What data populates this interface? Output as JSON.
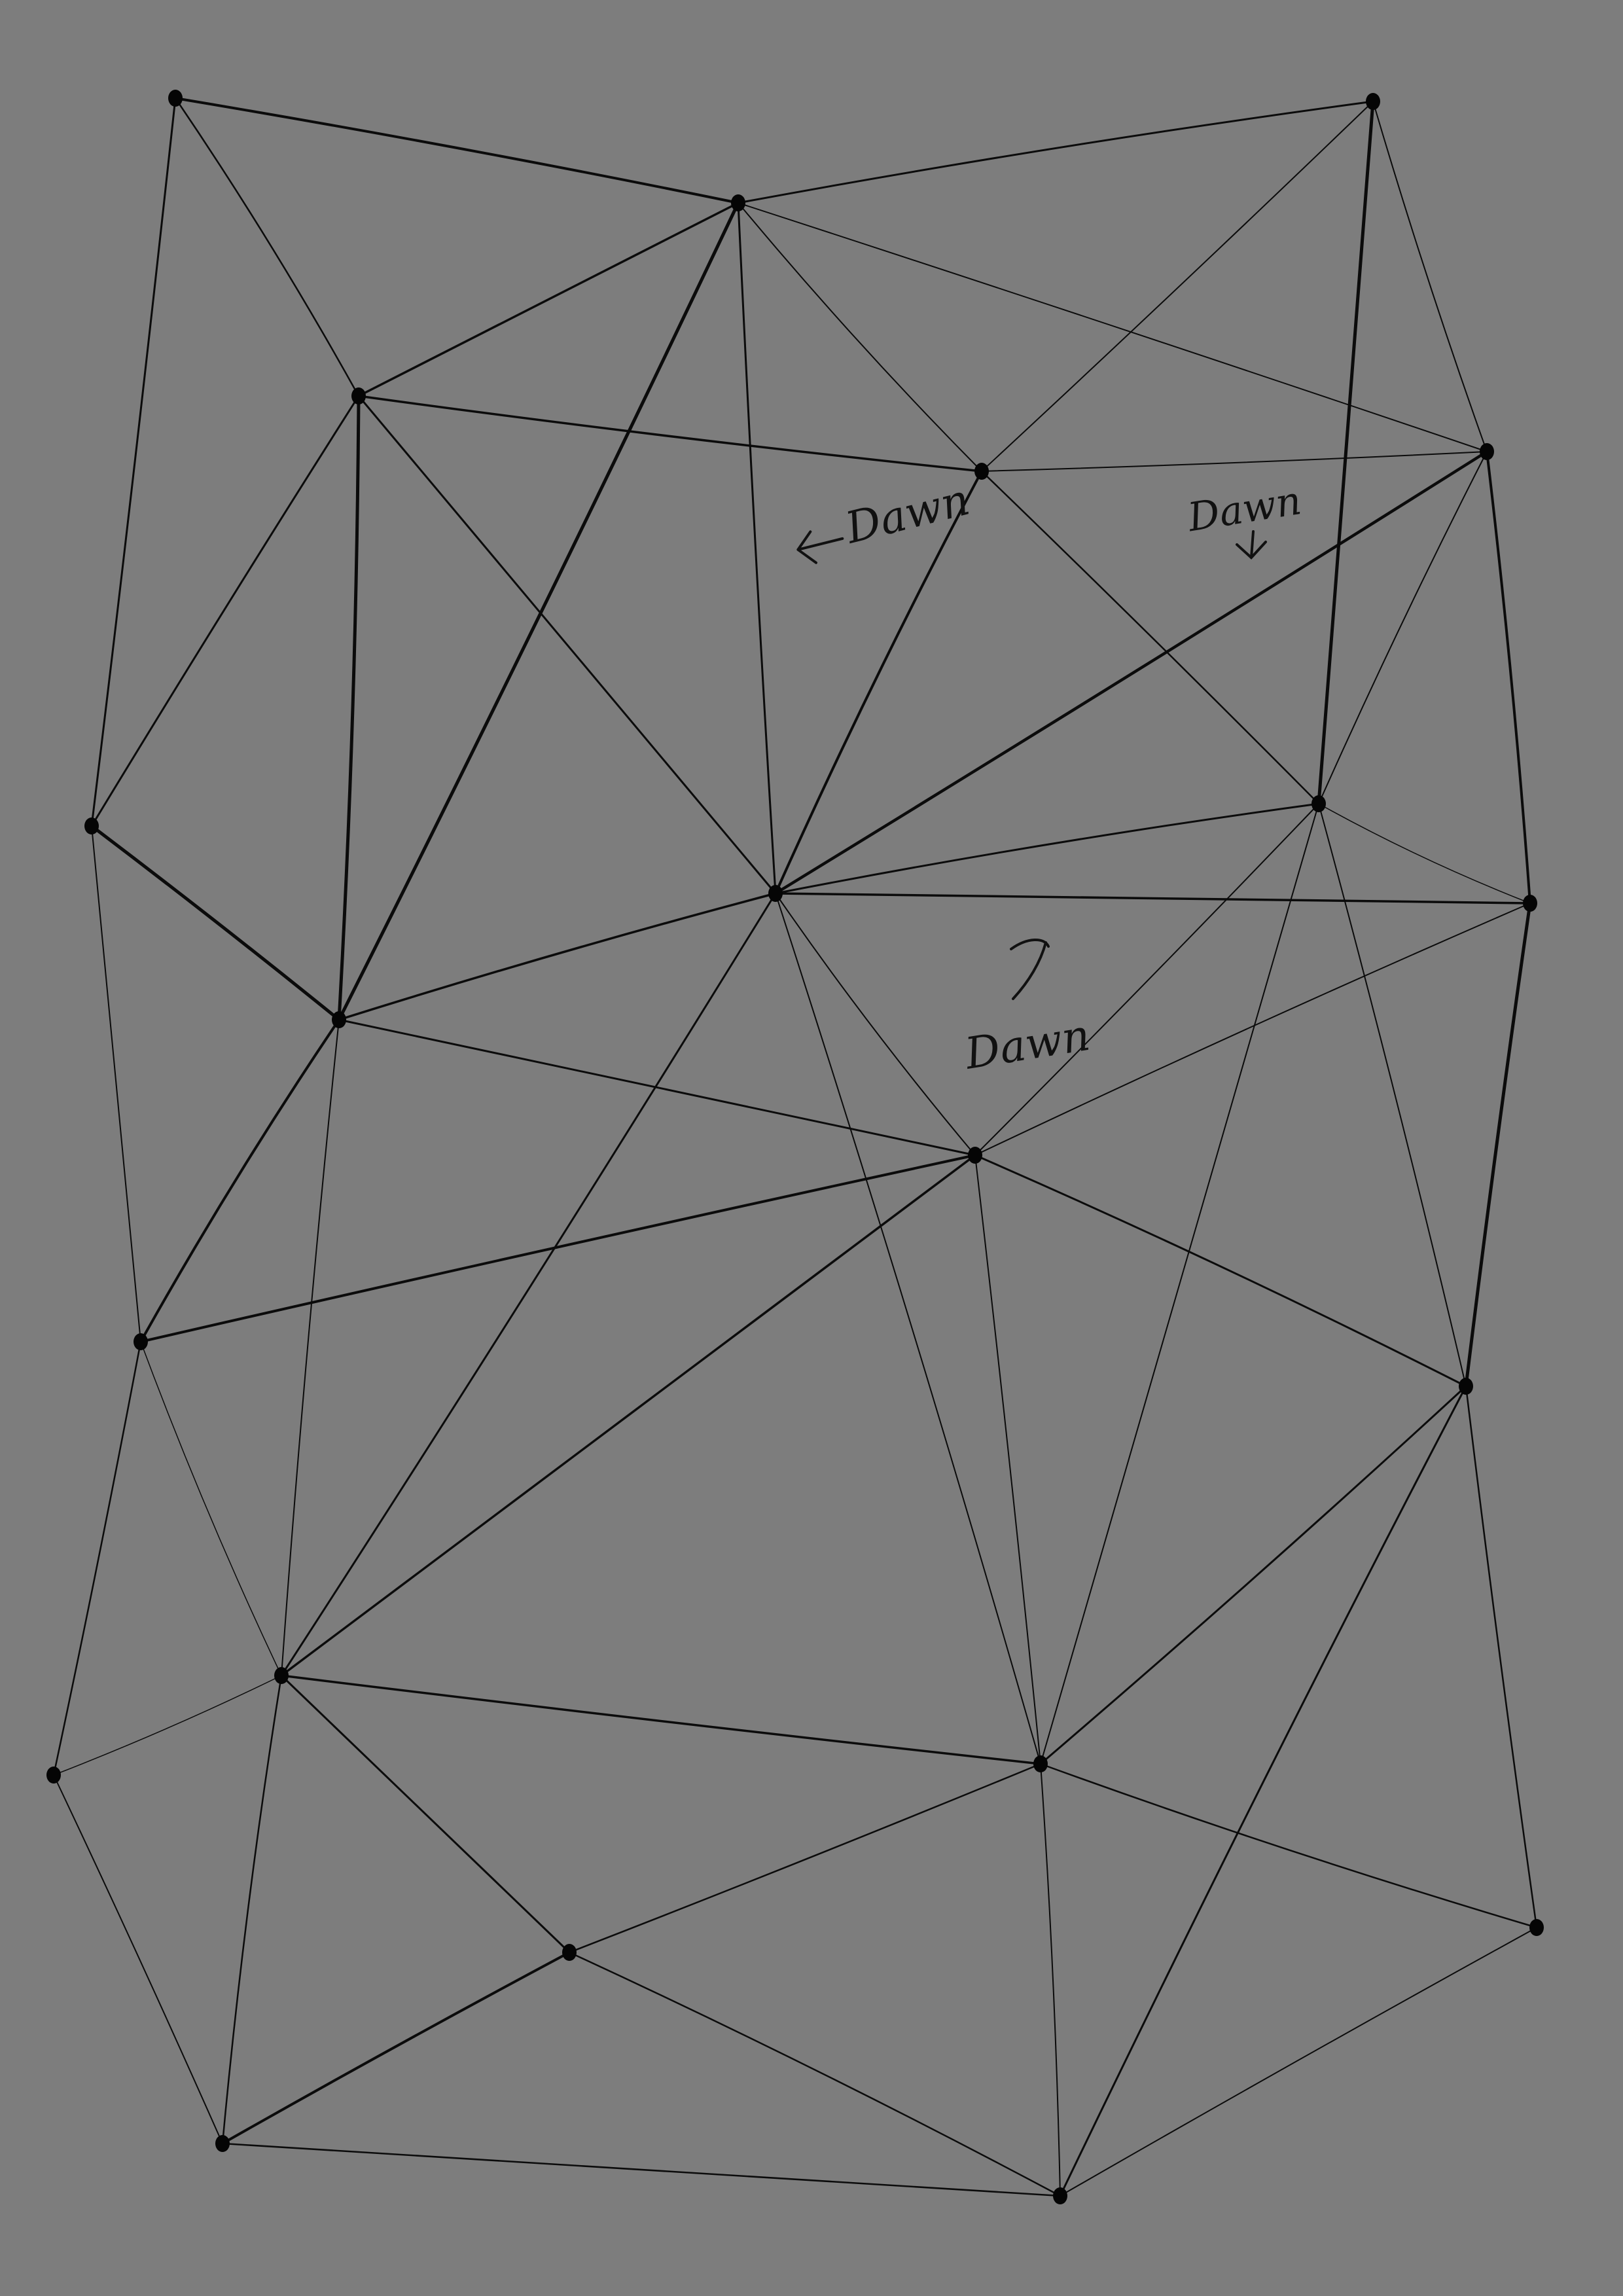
{
  "colors": {
    "background": "#7d7d7d",
    "ink": "#0b0b0b"
  },
  "annotations": {
    "label_upper_left": "Dawn",
    "label_upper_right": "Dawn",
    "label_center": "Dawn"
  }
}
